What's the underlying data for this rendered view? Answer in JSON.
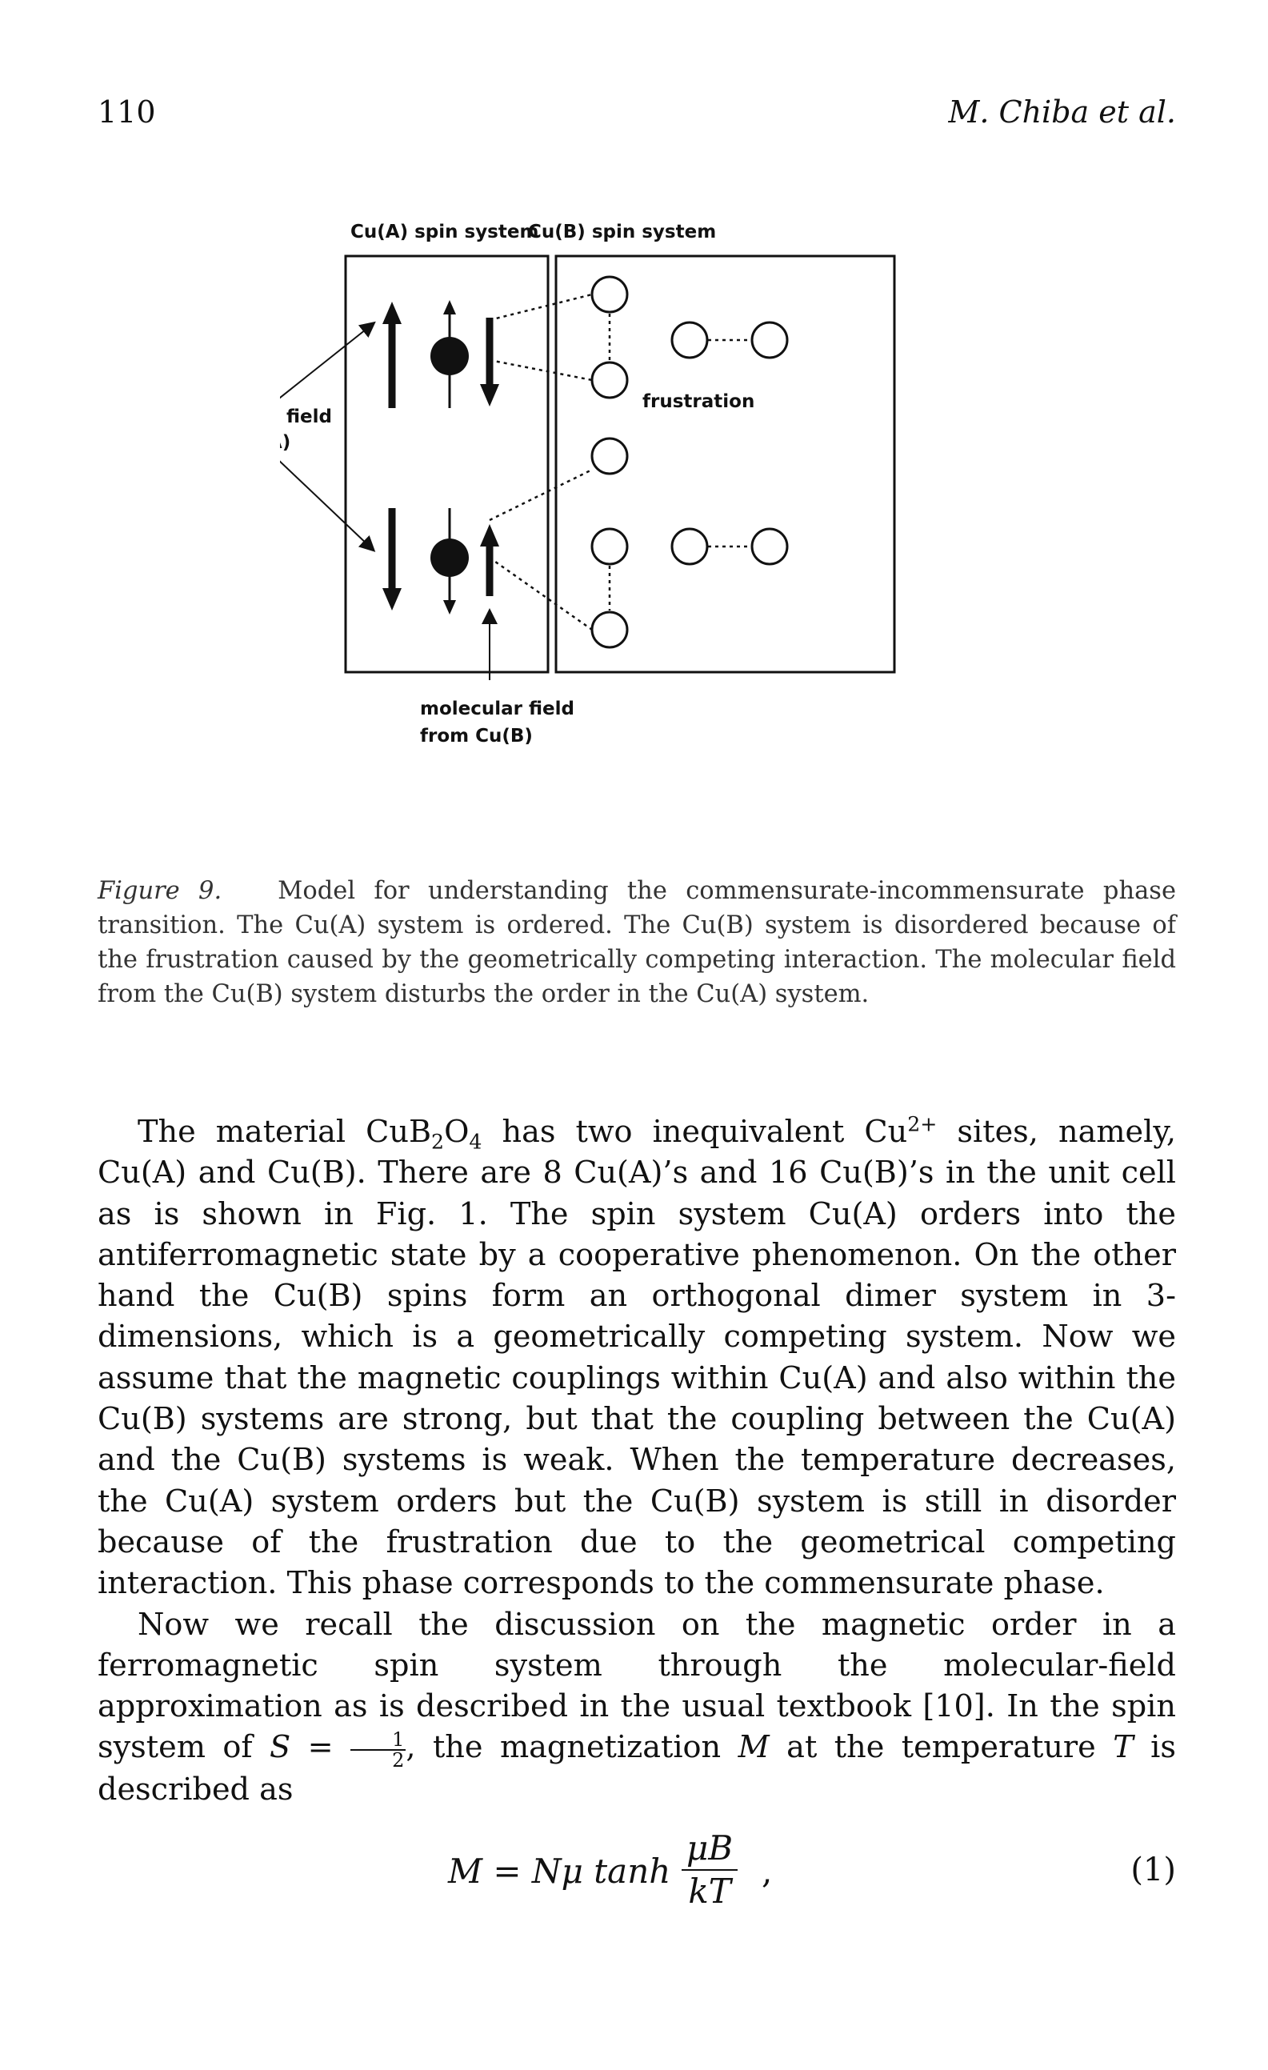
{
  "header": {
    "page_number": "110",
    "running_head": "M. Chiba et al."
  },
  "figure": {
    "label_cua_system": "Cu(A) spin system",
    "label_cub_system": "Cu(B) spin system",
    "label_mf_cua_line1": "molecular field",
    "label_mf_cua_line2": "from Cu(A)",
    "label_frustration": "frustration",
    "label_mf_cub_line1": "molecular field",
    "label_mf_cub_line2": "from Cu(B)"
  },
  "caption": {
    "label": "Figure 9.",
    "text": "Model for understanding the commensurate-incommensurate phase transition. The Cu(A) system is ordered. The Cu(B) system is disordered because of the frustration caused by the geometrically competing interaction. The molecular field from the Cu(B) system disturbs the order in the Cu(A) system."
  },
  "body": {
    "p1_a": "The material CuB",
    "p1_sub1": "2",
    "p1_b": "O",
    "p1_sub2": "4",
    "p1_c": " has two inequivalent Cu",
    "p1_sup": "2+",
    "p1_d": " sites, namely, Cu(A) and Cu(B). There are 8 Cu(A)’s and 16 Cu(B)’s in the unit cell as is shown in Fig. 1. The spin system Cu(A) orders into the antiferromagnetic state by a cooperative phenomenon. On the other hand the Cu(B) spins form an orthogonal dimer system in 3-dimensions, which is a geometrically competing system. Now we assume that the magnetic couplings within Cu(A) and also within the Cu(B) systems are strong, but that the coupling between the Cu(A) and the Cu(B) systems is weak. When the temperature decreases, the Cu(A) system orders but the Cu(B) system is still in disorder because of the frustration due to the geometrical competing interaction. This phase corresponds to the commensurate phase.",
    "p2_a": "Now we recall the discussion on the magnetic order in a ferromagnetic spin system through the molecular-field approximation as is described in the usual textbook [10]. In the spin system of ",
    "p2_S": "S",
    "p2_eq": " = ",
    "p2_frac_num": "1",
    "p2_frac_den": "2",
    "p2_b": ", the magnetization ",
    "p2_M": "M",
    "p2_c": " at the temperature ",
    "p2_T": "T",
    "p2_d": " is described as"
  },
  "equation": {
    "lhs": "M = Nμ tanh",
    "numerator": "μB",
    "denominator": "kT",
    "trailing": ",",
    "number": "(1)"
  }
}
